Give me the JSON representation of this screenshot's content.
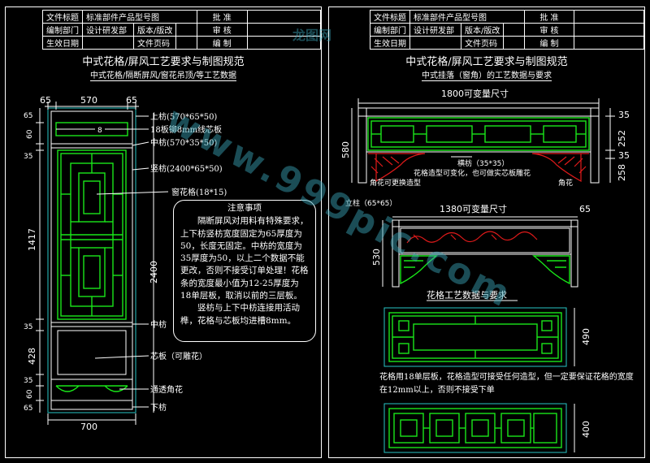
{
  "title_block": {
    "labels": {
      "doc_title": "文件标题",
      "department": "编制部门",
      "effective_date": "生效日期",
      "version": "版本/版改",
      "page": "文件页码",
      "approve": "批 准",
      "review": "审 核",
      "compile": "编 制"
    },
    "values": {
      "doc_title": "标准部件产品型号图",
      "department": "设计研发部"
    }
  },
  "left": {
    "title": "中式花格/屏风工艺要求与制图规范",
    "subtitle": "中式花格/隔断屏风/窗花吊顶/等工艺数据",
    "dims": {
      "top_left": "65",
      "top_mid": "570",
      "top_right": "65",
      "bottom": "700",
      "v65a": "65",
      "v60": "60",
      "v35a": "35",
      "v1417": "1417",
      "v35b": "35",
      "v428": "428",
      "v35c": "35",
      "v60b": "60",
      "v65b": "65",
      "v2400": "2400",
      "slot": "8"
    },
    "labels": [
      "上枋(570*65*50)",
      "18板铆8mm线芯板",
      "中枋(570*35*50)",
      "竖枋(2400*65*50)",
      "窗花格(18*15)",
      "中枋",
      "芯板（可雕花）",
      "通透角花",
      "下枋"
    ],
    "note": {
      "heading": "注意事项",
      "p1": "隔断屏风对用料有特殊要求，上下枋竖枋宽度固定为65厚度为50，长度无固定。中枋的宽度为35厚度为50，以上二个数据不能更改，否则不接受订单处理！花格条的宽度最小值为12-25厚度为18单层板，取消以前的三层板。",
      "p2": "竖枋与上下中枋连接用活动榫，花格与芯板均进槽8mm。"
    }
  },
  "right": {
    "title": "中式花格/屏风工艺要求与制图规范",
    "subtitle": "中式挂落（窗角）的工艺数据与要求",
    "dims": {
      "width1": "1800可变量尺寸",
      "h580": "580",
      "d35a": "35",
      "d252": "252",
      "d35b": "35",
      "d258": "258",
      "width2": "1380可变量尺寸",
      "d65": "65",
      "h530": "530",
      "h490": "490",
      "h400": "400"
    },
    "labels": {
      "crossbar": "横枋（35*35）",
      "shape_note": "花格造型可变化，也可做实芯板雕花",
      "corner_left": "角花可更换造型",
      "corner_right": "角花",
      "post": "立柱（65*65）"
    },
    "section_title": "花格工艺数据与要求",
    "requirement": "花格用18单层板，花格造型可接受任何造型，但一定要保证花格的宽度在12mm以上，否则不接受下单"
  },
  "watermark": {
    "brand": "龙图网",
    "url": "www.999pic.com"
  }
}
